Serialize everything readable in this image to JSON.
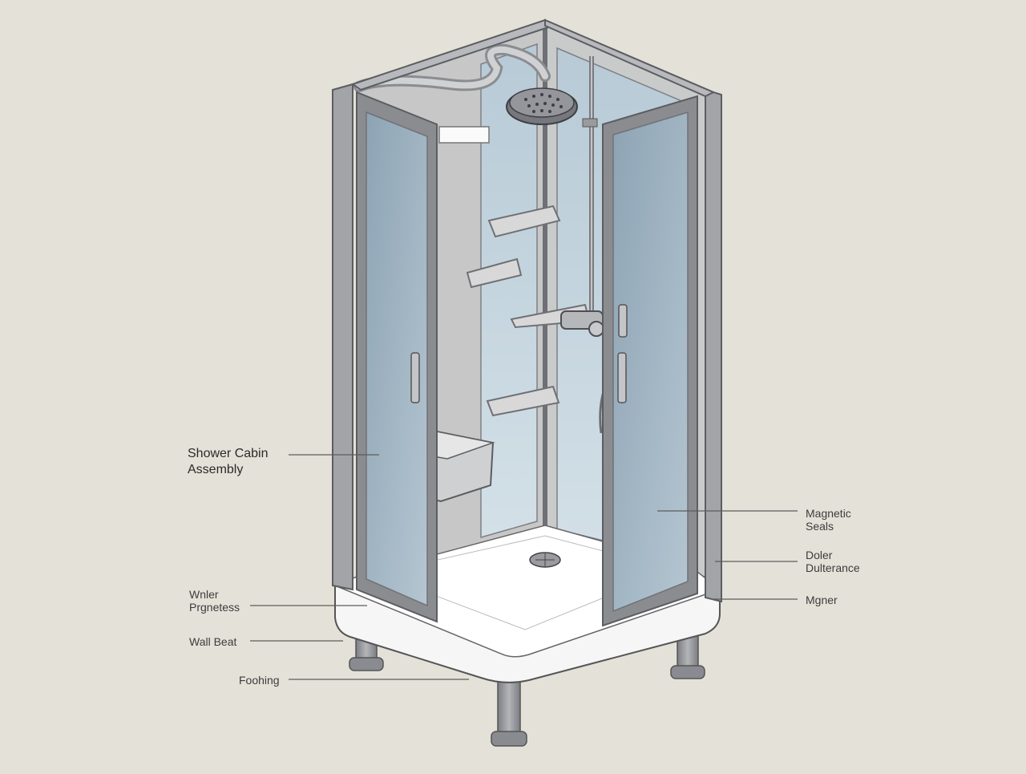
{
  "labels": {
    "assembly": [
      "Shower Cabin",
      "Assembly"
    ],
    "magnetic_seals": [
      "Magnetic",
      "Seals"
    ],
    "door_clearance": [
      "Doler",
      "Dulterance"
    ],
    "hinge": [
      "Mgner"
    ],
    "water_proofness": [
      "Wnler",
      "Prgnetess"
    ],
    "wall_seat": [
      "Wall Beat"
    ],
    "footing": [
      "Foohing"
    ]
  },
  "colors": {
    "background": "#e4e1d8",
    "frame": "#9a9a9e",
    "frame_dark": "#6f7075",
    "glass": "#a9bccb",
    "tray": "#ffffff",
    "leader": "#5c5c5c"
  }
}
